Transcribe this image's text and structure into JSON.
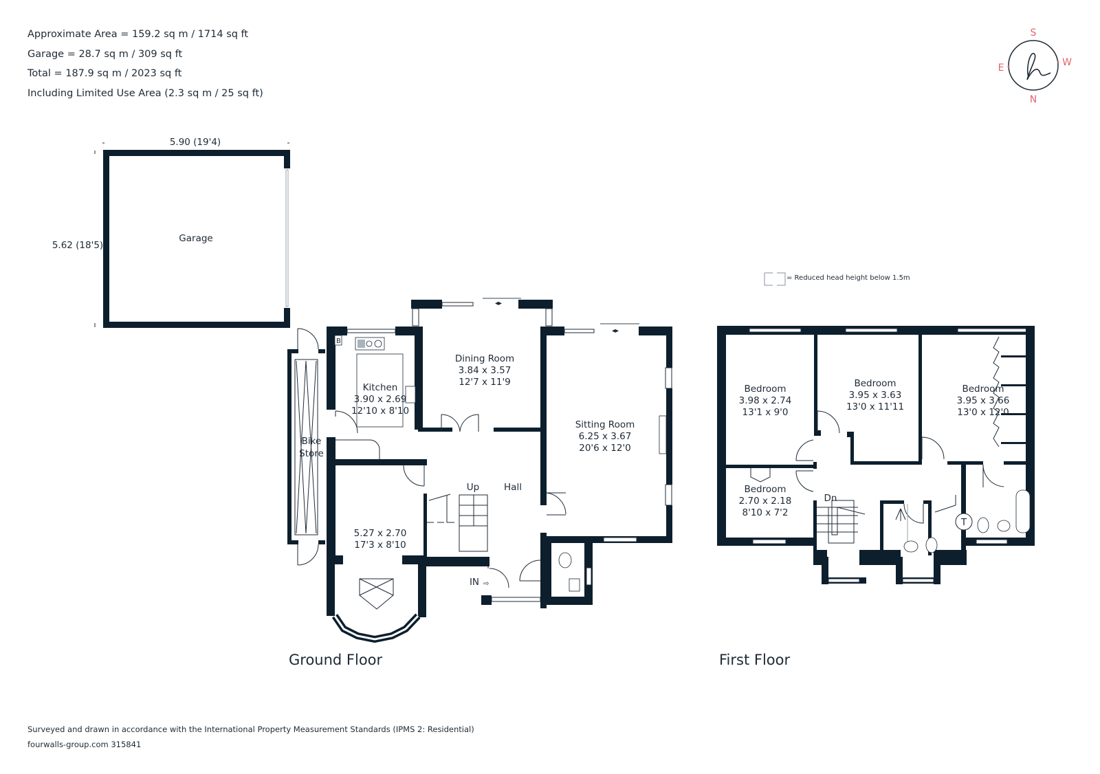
{
  "areas": {
    "approximate": "Approximate Area = 159.2 sq m / 1714 sq ft",
    "garage": "Garage = 28.7 sq m / 309 sq ft",
    "total": "Total = 187.9 sq m / 2023 sq ft",
    "limited_use": "Including Limited Use Area (2.3 sq m / 25 sq ft)"
  },
  "compass": {
    "top": "S",
    "left": "E",
    "right": "W",
    "bottom": "N",
    "accent_color": "#e06570"
  },
  "legend": {
    "reduced_head_height": "= Reduced head height below 1.5m"
  },
  "garage": {
    "label": "Garage",
    "width_dim": "5.90 (19'4)",
    "depth_dim": "5.62 (18'5)"
  },
  "ground_floor": {
    "title": "Ground Floor",
    "rooms": {
      "kitchen": {
        "name": "Kitchen",
        "metric": "3.90 x 2.69",
        "imperial": "12'10 x 8'10"
      },
      "dining": {
        "name": "Dining Room",
        "metric": "3.84 x 3.57",
        "imperial": "12'7 x 11'9"
      },
      "sitting": {
        "name": "Sitting Room",
        "metric": "6.25 x 3.67",
        "imperial": "20'6 x 12'0"
      },
      "bay_room": {
        "metric": "5.27 x 2.70",
        "imperial": "17'3 x 8'10"
      },
      "bike_store": {
        "line1": "Bike",
        "line2": "Store"
      },
      "hall": {
        "name": "Hall"
      }
    },
    "stairs_label": "Up",
    "entrance_label": "IN",
    "boiler_label": "B"
  },
  "first_floor": {
    "title": "First Floor",
    "rooms": {
      "bedroom1": {
        "name": "Bedroom",
        "metric": "3.98 x 2.74",
        "imperial": "13'1 x 9'0"
      },
      "bedroom2": {
        "name": "Bedroom",
        "metric": "3.95 x 3.63",
        "imperial": "13'0 x 11'11"
      },
      "bedroom3": {
        "name": "Bedroom",
        "metric": "3.95 x 3.66",
        "imperial": "13'0 x 12'0"
      },
      "bedroom4": {
        "name": "Bedroom",
        "metric": "2.70 x 2.18",
        "imperial": "8'10 x 7'2"
      }
    },
    "stairs_label": "Dn",
    "tank_label": "T"
  },
  "footer": {
    "standards": "Surveyed and drawn in accordance with the International Property Measurement Standards (IPMS 2: Residential)",
    "reference": "fourwalls-group.com 315841"
  },
  "colors": {
    "wall": "#0d1f2d",
    "text": "#1e2a36",
    "compass_accent": "#e06570"
  }
}
